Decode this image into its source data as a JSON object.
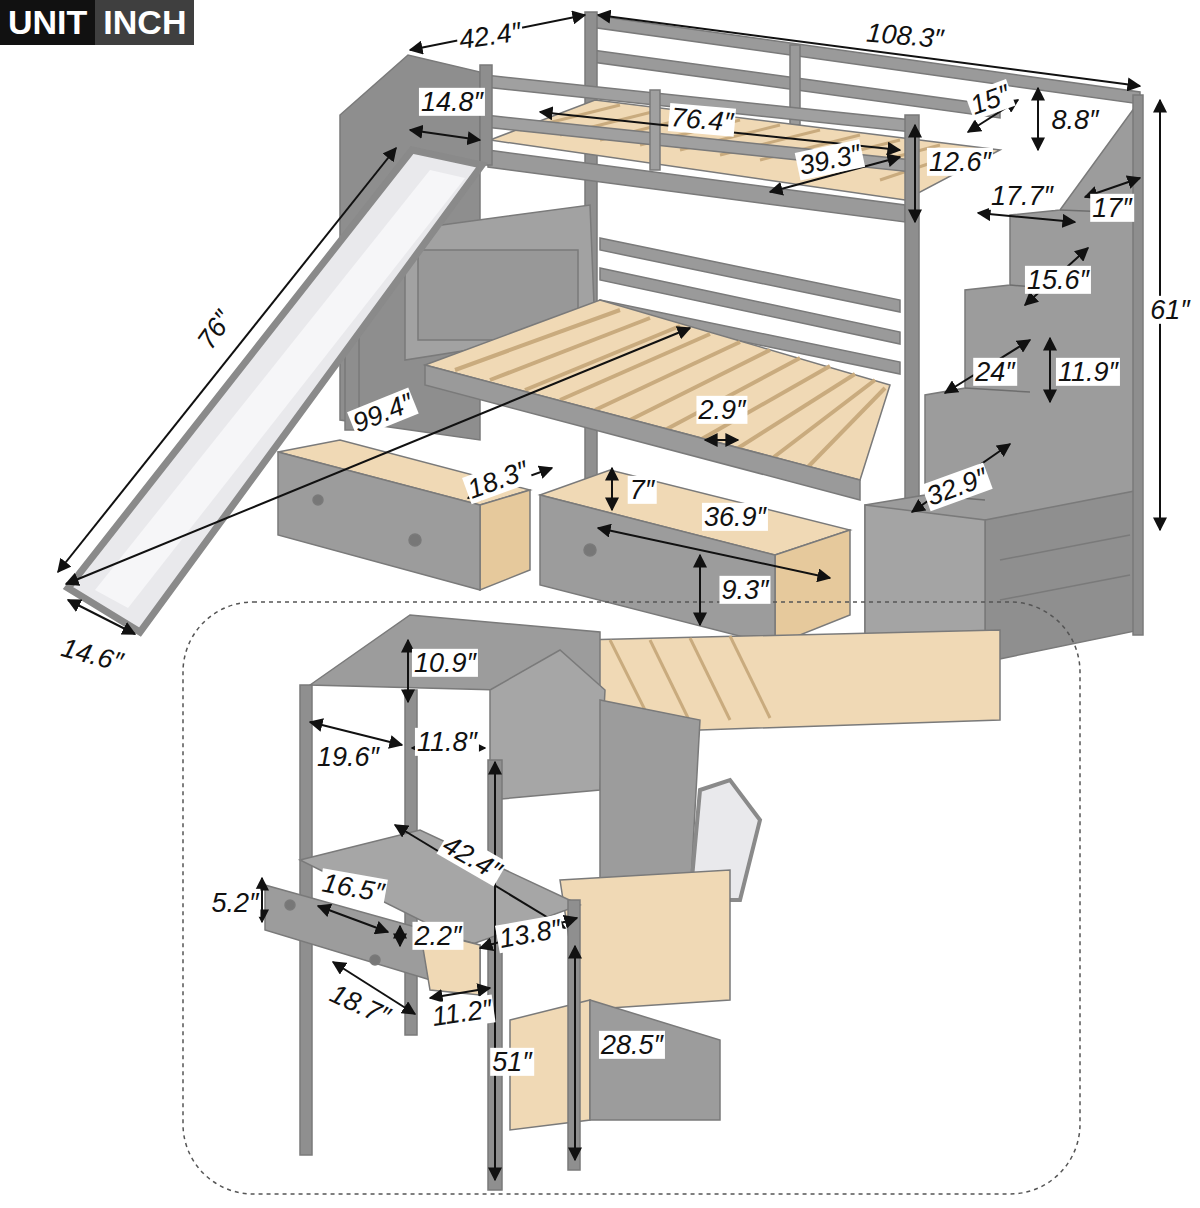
{
  "diagram": {
    "nodes": [
      {
        "text": [
          "UNIT"
        ]
      },
      {
        "text": [
          "INCH"
        ]
      }
    ],
    "labels": [
      "42.4″",
      "108.3″",
      "14.8″",
      "76.4″",
      "15″",
      "8.8″",
      "39.3″",
      "12.6″",
      "17.7″",
      "17″",
      "15.6″",
      "61″",
      "76″",
      "24″",
      "11.9″",
      "99.4″",
      "2.9″",
      "18.3″",
      "7″",
      "36.9″",
      "32.9″",
      "9.3″",
      "14.6″",
      "10.9″",
      "19.6″",
      "11.8″",
      "42.4″",
      "5.2″",
      "16.5″",
      "2.2″",
      "13.8″",
      "18.7″",
      "11.2″",
      "28.5″",
      "51″"
    ]
  }
}
